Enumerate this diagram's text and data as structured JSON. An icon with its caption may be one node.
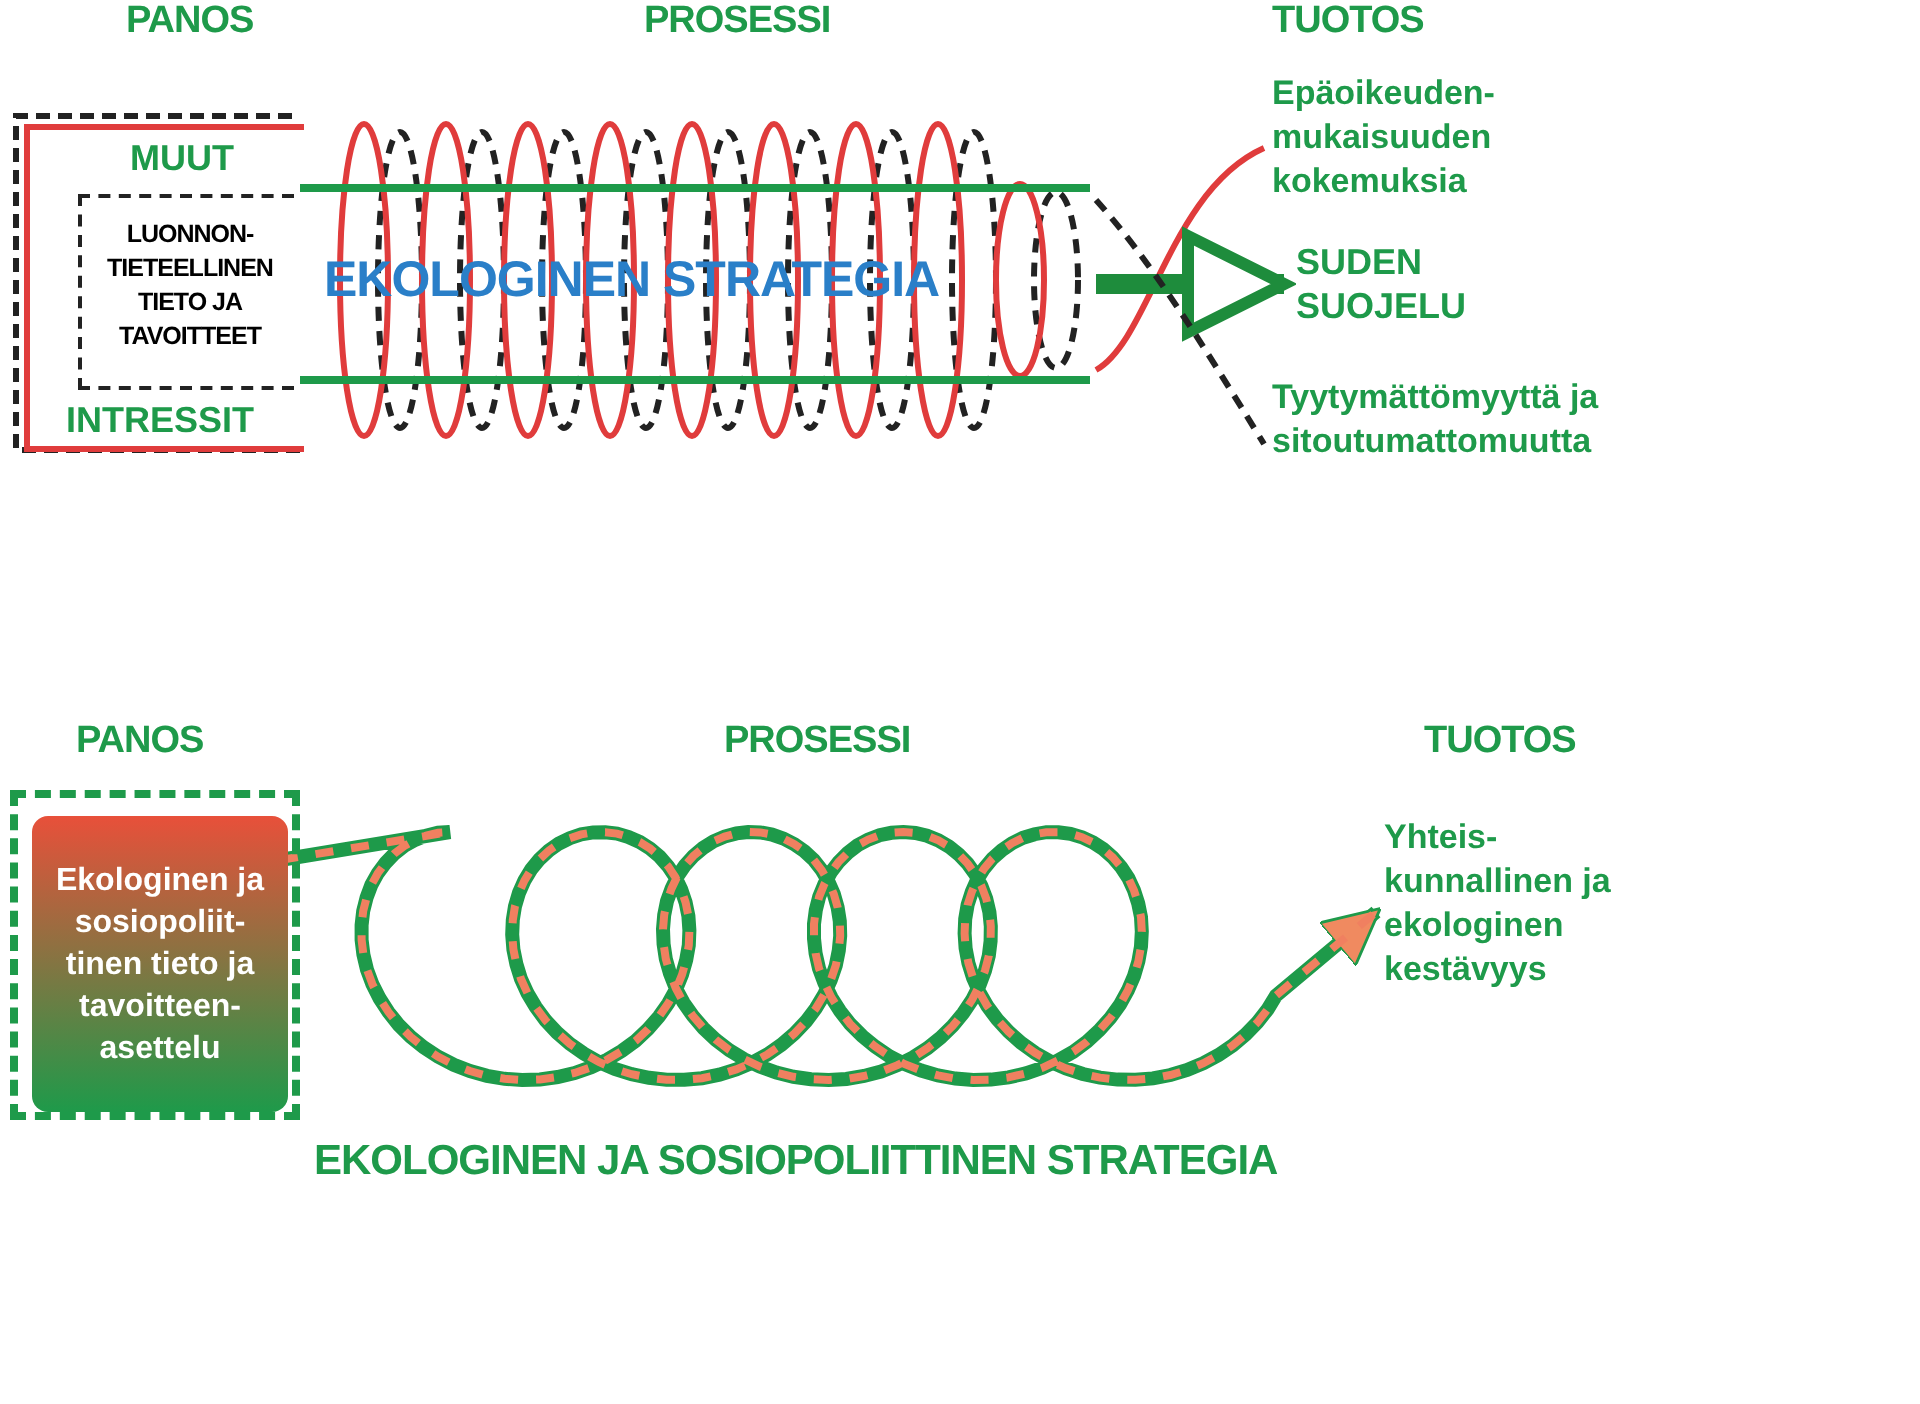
{
  "diagram": {
    "nodes": [
      {
        "text": [
          "MUUT",
          "INTRESSIT"
        ]
      },
      {
        "text": [
          "LUONNON- TIETEELLINEN TIETO JA TAVOITTEET"
        ],
        "in": 0
      },
      {
        "text": [
          "EKOLOGINEN STRATEGIA"
        ]
      },
      {
        "text": [
          "Epäoikeuden- mukaisuuden kokemuksia"
        ]
      },
      {
        "text": [
          "SUDEN SUOJELU"
        ]
      },
      {
        "text": [
          "Tyytymättömyyttä ja sitoutumattomuutta"
        ]
      },
      {
        "text": [],
        "shape": "box"
      },
      {
        "text": [
          "Ekologinen ja sosiopoliit- tinen tieto ja tavoitteen- asettelu"
        ],
        "in": 6
      },
      {
        "text": [
          "Yhteis- kunnallinen ja ekologinen kestävyys"
        ]
      }
    ],
    "edges": [
      {
        "from": 2,
        "to": 3,
        "arrow": "none",
        "color": "#e03c3c"
      },
      {
        "from": 2,
        "to": 4,
        "arrow": "to",
        "style": "thick",
        "color": "#1e8c3c"
      },
      {
        "from": 2,
        "to": 5,
        "arrow": "none",
        "style": "dashed",
        "color": "#222222"
      },
      {
        "from": 7,
        "to": 8,
        "arrow": "to",
        "style": "thick",
        "color": "#1e9a4a"
      }
    ],
    "labels": [
      "PANOS",
      "PROSESSI",
      "TUOTOS",
      "PANOS",
      "PROSESSI",
      "TUOTOS",
      "EKOLOGINEN JA SOSIOPOLIITTINEN STRATEGIA"
    ]
  }
}
